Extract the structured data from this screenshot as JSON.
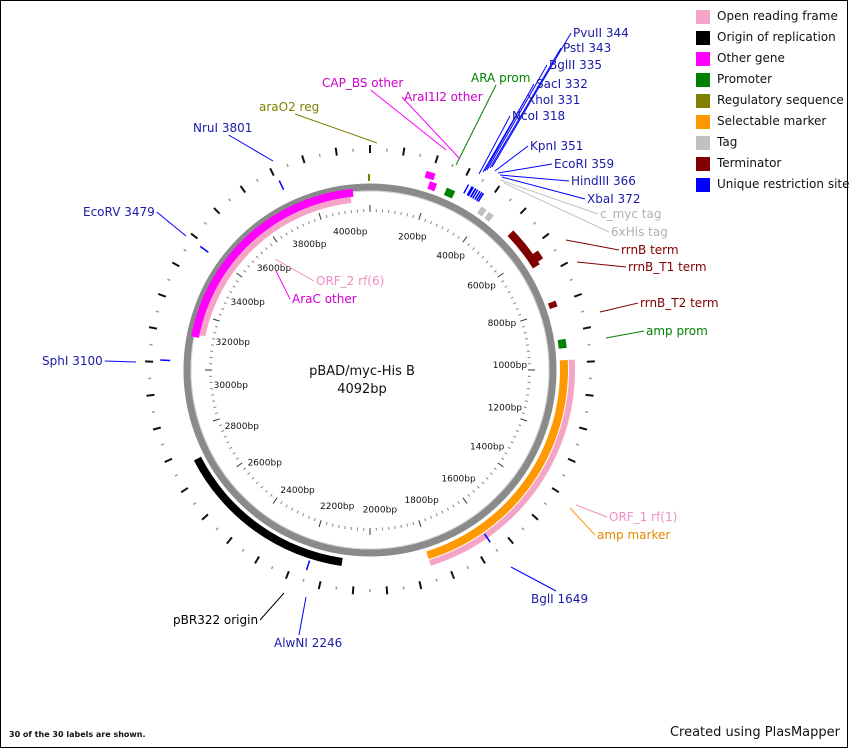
{
  "plasmid": {
    "name": "pBAD/myc-His B",
    "length_label": "4092bp",
    "length_bp": 4092
  },
  "colors": {
    "orf": "#f5a3c7",
    "origin": "#000000",
    "other_gene": "#ff00ff",
    "promoter": "#008000",
    "regulatory": "#808000",
    "selectable": "#ff9900",
    "tag": "#c0c0c0",
    "terminator": "#800000",
    "restriction": "#0000ff",
    "backbone": "#8a8a8a"
  },
  "legend": [
    {
      "label": "Open reading frame",
      "color": "#f5a3c7"
    },
    {
      "label": "Origin of replication",
      "color": "#000000"
    },
    {
      "label": "Other gene",
      "color": "#ff00ff"
    },
    {
      "label": "Promoter",
      "color": "#008000"
    },
    {
      "label": "Regulatory sequence",
      "color": "#808000"
    },
    {
      "label": "Selectable marker",
      "color": "#ff9900"
    },
    {
      "label": "Tag",
      "color": "#c0c0c0"
    },
    {
      "label": "Terminator",
      "color": "#800000"
    },
    {
      "label": "Unique restriction site",
      "color": "#0000ff"
    }
  ],
  "tick_labels": [
    "200bp",
    "400bp",
    "600bp",
    "800bp",
    "1000bp",
    "1200bp",
    "1400bp",
    "1600bp",
    "1800bp",
    "2000bp",
    "2200bp",
    "2400bp",
    "2600bp",
    "2800bp",
    "3000bp",
    "3200bp",
    "3400bp",
    "3600bp",
    "3800bp",
    "4000bp"
  ],
  "features": [
    {
      "name": "AraC other",
      "color": "#ff00ff",
      "label_color": "#cc00cc",
      "start": 3190,
      "end": 4030,
      "ring": "outer-inner"
    },
    {
      "name": "ORF_2 rf(6)",
      "color": "#f5a3c7",
      "label_color": "#f08cc0",
      "start": 3200,
      "end": 4020,
      "ring": "inner"
    },
    {
      "name": "ORF_1 rf(1)",
      "color": "#f5a3c7",
      "label_color": "#f08cc0",
      "start": 990,
      "end": 1850,
      "ring": "outer"
    },
    {
      "name": "amp marker",
      "color": "#ff9900",
      "label_color": "#e08a00",
      "start": 990,
      "end": 1850,
      "ring": "inner"
    },
    {
      "name": "pBR322 origin",
      "color": "#000000",
      "label_color": "#000000",
      "start": 2140,
      "end": 2760,
      "ring": "inner"
    },
    {
      "name": "rrnB term",
      "color": "#800000",
      "label_color": "#800000",
      "start": 520,
      "end": 660,
      "ring": "mid"
    },
    {
      "name": "rrnB_T1 term",
      "color": "#800000",
      "label_color": "#800000",
      "start": 620,
      "end": 650,
      "ring": "outer"
    },
    {
      "name": "rrnB_T2 term",
      "color": "#800000",
      "label_color": "#800000",
      "start": 790,
      "end": 810,
      "ring": "mid"
    },
    {
      "name": "amp prom",
      "color": "#008000",
      "label_color": "#008000",
      "start": 920,
      "end": 950,
      "ring": "mid"
    },
    {
      "name": "ARA prom",
      "color": "#008000",
      "label_color": "#008000",
      "start": 260,
      "end": 290,
      "ring": "mid"
    },
    {
      "name": "c_myc tag",
      "color": "#c0c0c0",
      "label_color": "#b0b0b0",
      "start": 390,
      "end": 410,
      "ring": "mid"
    },
    {
      "name": "6xHis tag",
      "color": "#c0c0c0",
      "label_color": "#b0b0b0",
      "start": 420,
      "end": 440,
      "ring": "mid"
    },
    {
      "name": "CAP_BS other",
      "color": "#ff00ff",
      "label_color": "#cc00cc",
      "start": 180,
      "end": 210,
      "ring": "outer"
    },
    {
      "name": "AraI1I2 other",
      "color": "#ff00ff",
      "label_color": "#cc00cc",
      "start": 200,
      "end": 225,
      "ring": "mid"
    },
    {
      "name": "araO2 reg",
      "color": "#808000",
      "label_color": "#808000",
      "start": 4085,
      "end": 4092,
      "ring": "outer"
    }
  ],
  "restriction_sites": [
    {
      "name": "PvuII 344",
      "position": 344
    },
    {
      "name": "PstI 343",
      "position": 343
    },
    {
      "name": "BglII 335",
      "position": 335
    },
    {
      "name": "SacI 332",
      "position": 332
    },
    {
      "name": "XhoI 331",
      "position": 331
    },
    {
      "name": "NcoI 318",
      "position": 318
    },
    {
      "name": "KpnI 351",
      "position": 351
    },
    {
      "name": "EcoRI 359",
      "position": 359
    },
    {
      "name": "HindIII 366",
      "position": 366
    },
    {
      "name": "XbaI 372",
      "position": 372
    },
    {
      "name": "BglI 1649",
      "position": 1649
    },
    {
      "name": "AlwNI 2246",
      "position": 2246
    },
    {
      "name": "SphI 3100",
      "position": 3100
    },
    {
      "name": "EcoRV 3479",
      "position": 3479
    },
    {
      "name": "NruI 3801",
      "position": 3801
    }
  ],
  "footer": {
    "labels_shown": "30 of the 30 labels are shown.",
    "credit": "Created using PlasMapper"
  }
}
